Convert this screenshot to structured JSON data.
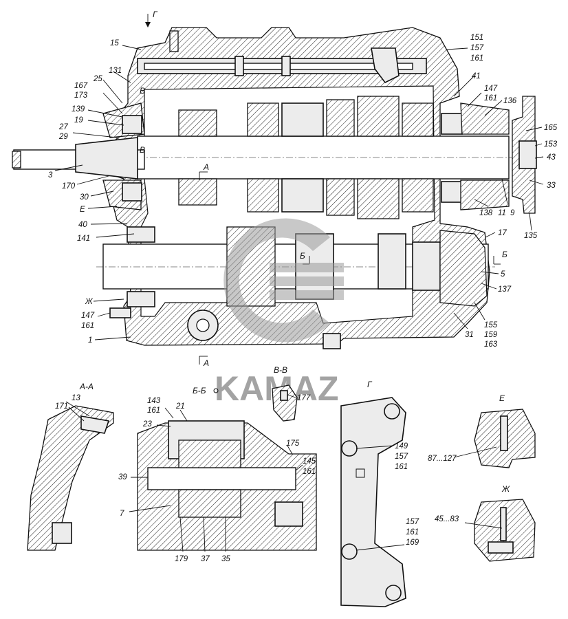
{
  "section_labels": {
    "g_top": "Г",
    "a_top": "А",
    "a_bottom": "А",
    "b_right": "Б",
    "b_mid": "Б",
    "v_upper": "В",
    "v_lower": "В",
    "aa": "А-А",
    "bb": "Б-Б",
    "vv": "В-В",
    "g_detail": "Г",
    "e_detail": "Е",
    "zh_detail": "Ж"
  },
  "main_callouts": {
    "c15": "15",
    "c151": "151",
    "c157": "157",
    "c161_top": "161",
    "c131": "131",
    "c25": "25",
    "c167": "167",
    "c173": "173",
    "c139": "139",
    "c19": "19",
    "c27": "27",
    "c29": "29",
    "c41": "41",
    "c147_r": "147",
    "c161_r": "161",
    "c136": "136",
    "c165": "165",
    "c153": "153",
    "c43": "43",
    "c33": "33",
    "c138": "138",
    "c11": "11",
    "c9": "9",
    "c135": "135",
    "c17": "17",
    "c5": "5",
    "c137": "137",
    "c155": "155",
    "c159": "159",
    "c163": "163",
    "c31": "31",
    "c3": "3",
    "c170": "170",
    "c30": "30",
    "cE": "Е",
    "c40": "40",
    "c141": "141",
    "cZh": "Ж",
    "c147_l": "147",
    "c161_l": "161",
    "c1": "1"
  },
  "detail_callouts": {
    "c13": "13",
    "c171": "171",
    "c143": "143",
    "c161_bb": "161",
    "c21": "21",
    "c23": "23",
    "c175": "175",
    "c145": "145",
    "c161_bb2": "161",
    "c39": "39",
    "c7": "7",
    "c179": "179",
    "c37": "37",
    "c35": "35",
    "c177": "177",
    "c149": "149",
    "c157_g": "157",
    "c161_g": "161",
    "c157_g2": "157",
    "c161_g2": "161",
    "c169": "169",
    "c87_127": "87...127",
    "c45_83": "45...83"
  },
  "watermark": {
    "brand": "KAMAZ",
    "color": "#8d8d8d"
  }
}
